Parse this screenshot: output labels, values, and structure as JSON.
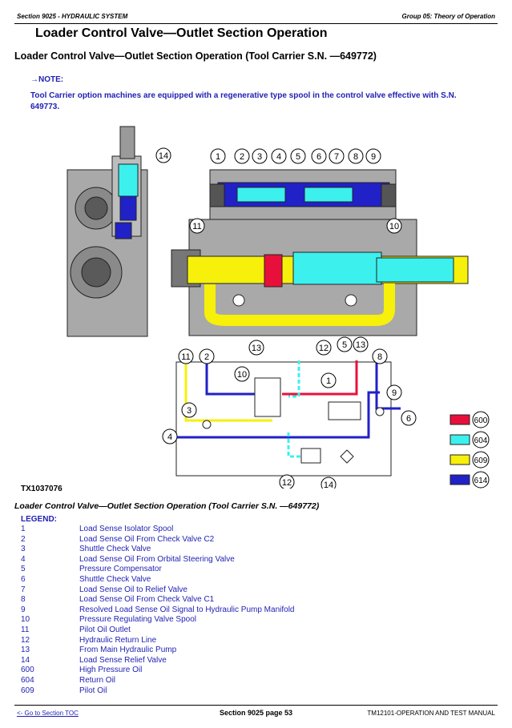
{
  "header": {
    "section": "Section 9025 - HYDRAULIC SYSTEM",
    "group": "Group 05: Theory of Operation"
  },
  "title": "Loader Control Valve—Outlet Section Operation",
  "subtitle": "Loader Control Valve—Outlet Section Operation (Tool Carrier S.N. —649772)",
  "note": {
    "label": "→NOTE:",
    "text": "Tool Carrier option machines are equipped with a regenerative type spool in the control valve effective with S.N. 649773."
  },
  "figure": {
    "id": "TX1037076",
    "callouts": [
      "1",
      "2",
      "3",
      "4",
      "5",
      "6",
      "7",
      "8",
      "9",
      "10",
      "11",
      "12",
      "13",
      "14"
    ],
    "colors": {
      "high_pressure": "#e8103a",
      "return": "#3cf0ee",
      "pilot": "#f6f00a",
      "load_sense": "#2121c8",
      "body": "#a9a9a9"
    },
    "swatches": [
      {
        "code": "600",
        "color": "#e8103a"
      },
      {
        "code": "604",
        "color": "#3cf0ee"
      },
      {
        "code": "609",
        "color": "#f6f00a"
      },
      {
        "code": "614",
        "color": "#2121c8"
      }
    ]
  },
  "caption": "Loader Control Valve—Outlet Section Operation (Tool Carrier S.N. —649772)",
  "legend": {
    "heading": "LEGEND:",
    "items": [
      {
        "num": "1",
        "label": "Load Sense Isolator Spool"
      },
      {
        "num": "2",
        "label": "Load Sense Oil From Check Valve C2"
      },
      {
        "num": "3",
        "label": "Shuttle Check Valve"
      },
      {
        "num": "4",
        "label": "Load Sense Oil From Orbital Steering Valve"
      },
      {
        "num": "5",
        "label": "Pressure Compensator"
      },
      {
        "num": "6",
        "label": "Shuttle Check Valve"
      },
      {
        "num": "7",
        "label": "Load Sense Oil to Relief Valve"
      },
      {
        "num": "8",
        "label": "Load Sense Oil From Check Valve C1"
      },
      {
        "num": "9",
        "label": "Resolved Load Sense Oil Signal to Hydraulic Pump Manifold"
      },
      {
        "num": "10",
        "label": "Pressure Regulating Valve Spool"
      },
      {
        "num": "11",
        "label": "Pilot Oil Outlet"
      },
      {
        "num": "12",
        "label": "Hydraulic Return Line"
      },
      {
        "num": "13",
        "label": "From Main Hydraulic Pump"
      },
      {
        "num": "14",
        "label": "Load Sense Relief Valve"
      },
      {
        "num": "600",
        "label": "High Pressure Oil"
      },
      {
        "num": "604",
        "label": "Return Oil"
      },
      {
        "num": "609",
        "label": "Pilot Oil"
      }
    ]
  },
  "footer": {
    "toc_link": "<- Go to Section TOC",
    "page": "Section 9025 page 53",
    "manual": "TM12101-OPERATION AND TEST MANUAL"
  }
}
